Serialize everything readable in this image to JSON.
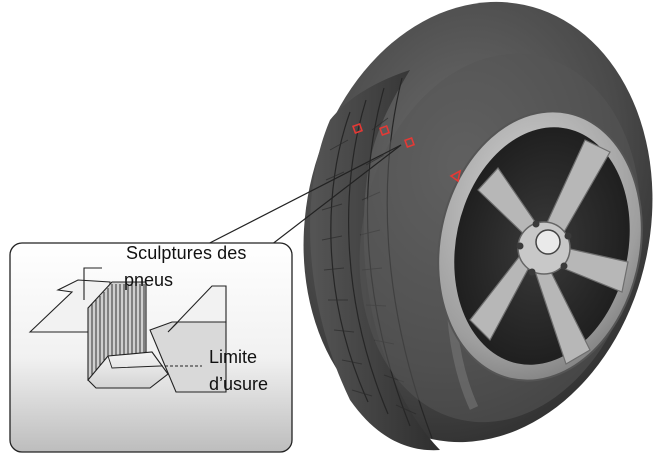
{
  "labels": {
    "tread_line1": "Sculptures des",
    "tread_line2": "pneus",
    "wear_line1": "Limite",
    "wear_line2": "d’usure"
  },
  "colors": {
    "background": "#ffffff",
    "tire_rubber": "#4a4a4a",
    "wheel_alloy": "#a9a9a9",
    "wear_indicator_marks": "#e53935",
    "callout_border": "#222222"
  },
  "icons": {
    "wear_indicator_marker": "triangle-marker",
    "tread_position_marker": "square-marker"
  }
}
